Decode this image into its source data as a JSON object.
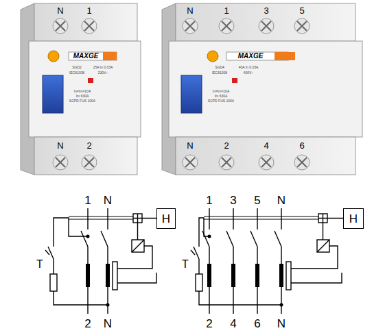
{
  "diagram": {
    "nodes": [
      {
        "text": [
          "H"
        ]
      },
      {
        "text": [
          "H"
        ]
      }
    ],
    "labels": [
      "N",
      "1",
      "MAXGE",
      "SGD2",
      "25A In 0.03A",
      "IEC61008",
      "230V~",
      "In=Im=10A",
      "Im 630A",
      "SCPD FUS 100A",
      "N",
      "2",
      "N",
      "1",
      "3",
      "5",
      "MAXGE",
      "SGD4",
      "40A In 0.03A",
      "IEC61008",
      "400V~",
      "In=Im=10A",
      "Im 630A",
      "SCPD FUS 100A",
      "N",
      "2",
      "4",
      "6",
      "1",
      "N",
      "T",
      "2",
      "N",
      "1",
      "3",
      "5",
      "N",
      "T",
      "2",
      "4",
      "6",
      "N"
    ]
  }
}
